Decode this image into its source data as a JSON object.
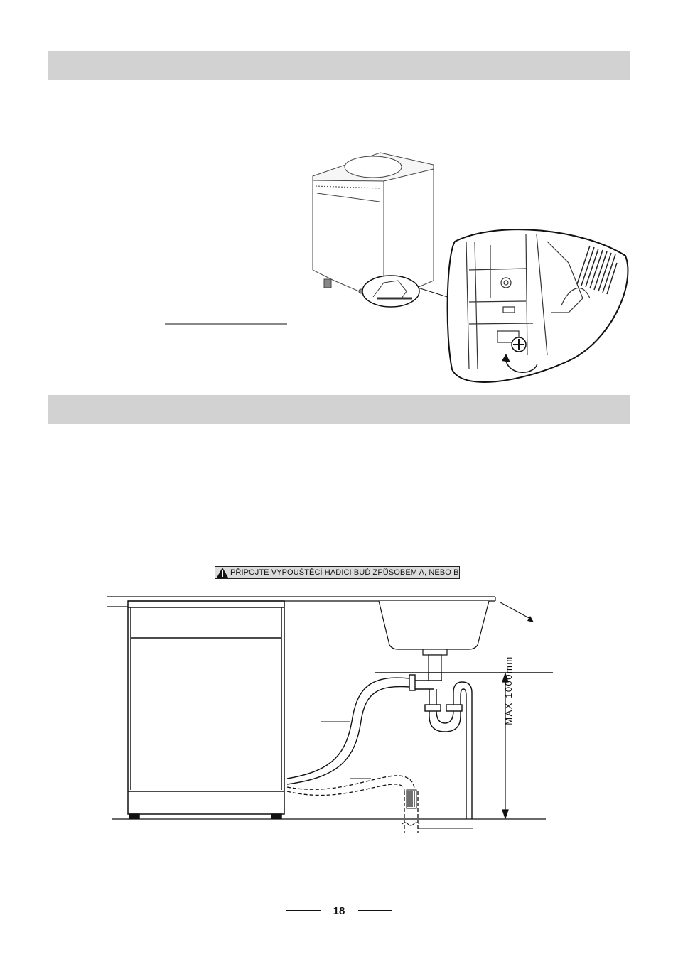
{
  "page": {
    "number": "18"
  },
  "bands": [
    {
      "label": ""
    },
    {
      "label": ""
    }
  ],
  "drain_diagram": {
    "warning": "PŘIPOJTE VYPOUŠTĚCÍ HADICI BUĎ ZPŮSOBEM A, NEBO B",
    "warning_icon": "warning-triangle-icon",
    "height_label": "MAX 1000mm"
  }
}
